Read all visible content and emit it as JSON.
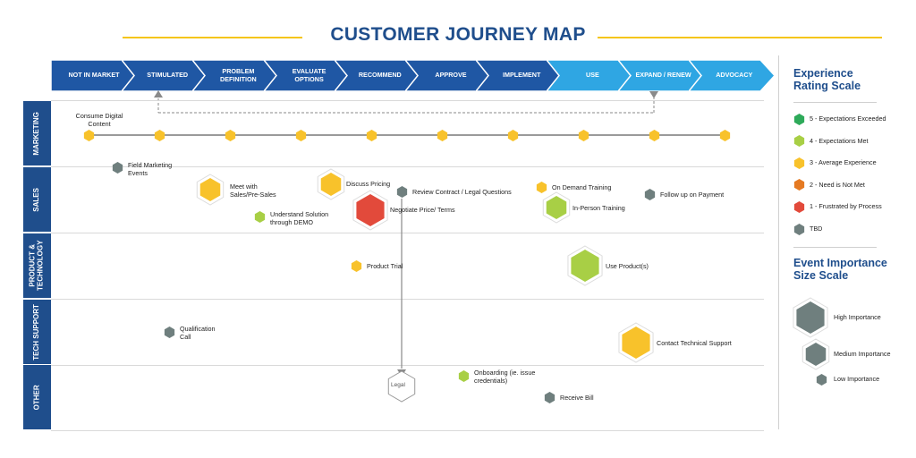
{
  "title": "CUSTOMER JOURNEY MAP",
  "colors": {
    "navy": "#1f4e8c",
    "stage_dark": "#1f57a4",
    "stage_light": "#2fa6e3",
    "gold": "#f5c518",
    "rating_5": "#2eaa5a",
    "rating_4": "#a8cf45",
    "rating_3": "#f8c22b",
    "rating_2": "#e57a22",
    "rating_1": "#e24a3b",
    "tbd": "#6f7f7e"
  },
  "stages": [
    {
      "label": "NOT IN MARKET",
      "tone": "dark"
    },
    {
      "label": "STIMULATED",
      "tone": "dark"
    },
    {
      "label": "PROBLEM DEFINITION",
      "tone": "dark"
    },
    {
      "label": "EVALUATE OPTIONS",
      "tone": "dark"
    },
    {
      "label": "RECOMMEND",
      "tone": "dark"
    },
    {
      "label": "APPROVE",
      "tone": "dark"
    },
    {
      "label": "IMPLEMENT",
      "tone": "dark"
    },
    {
      "label": "USE",
      "tone": "light"
    },
    {
      "label": "EXPAND / RENEW",
      "tone": "light"
    },
    {
      "label": "ADVOCACY",
      "tone": "light"
    }
  ],
  "rows": [
    {
      "label": "MARKETING"
    },
    {
      "label": "SALES"
    },
    {
      "label": "PRODUCT & TECHNOLOGY"
    },
    {
      "label": "TECH SUPPORT"
    },
    {
      "label": "OTHER"
    }
  ],
  "events": [
    {
      "label": "Consume Digital Content",
      "rating": "3",
      "importance": "low"
    },
    {
      "label": "Field Marketing Events",
      "rating": "tbd",
      "importance": "low"
    },
    {
      "label": "Meet with Sales/Pre-Sales",
      "rating": "3",
      "importance": "medium"
    },
    {
      "label": "Discuss Pricing",
      "rating": "3",
      "importance": "medium"
    },
    {
      "label": "Review Contract / Legal Questions",
      "rating": "tbd",
      "importance": "low"
    },
    {
      "label": "Negotiate Price/ Terms",
      "rating": "1",
      "importance": "high"
    },
    {
      "label": "Understand Solution through DEMO",
      "rating": "4",
      "importance": "low"
    },
    {
      "label": "On Demand Training",
      "rating": "3",
      "importance": "low"
    },
    {
      "label": "In-Person Training",
      "rating": "4",
      "importance": "medium"
    },
    {
      "label": "Follow up on Payment",
      "rating": "tbd",
      "importance": "low"
    },
    {
      "label": "Product Trial",
      "rating": "3",
      "importance": "low"
    },
    {
      "label": "Use Product(s)",
      "rating": "4",
      "importance": "high"
    },
    {
      "label": "Qualification Call",
      "rating": "tbd",
      "importance": "low"
    },
    {
      "label": "Contact Technical Support",
      "rating": "3",
      "importance": "high"
    },
    {
      "label": "Legal",
      "rating": "outline",
      "importance": "medium"
    },
    {
      "label": "Onboarding (ie. issue credentials)",
      "rating": "4",
      "importance": "low"
    },
    {
      "label": "Receive Bill",
      "rating": "tbd",
      "importance": "low"
    }
  ],
  "legend": {
    "rating_title": "Experience Rating Scale",
    "ratings": [
      {
        "label": "5 - Expectations Exceeded",
        "color": "#2eaa5a"
      },
      {
        "label": "4 - Expectations Met",
        "color": "#a8cf45"
      },
      {
        "label": "3 - Average Experience",
        "color": "#f8c22b"
      },
      {
        "label": "2 - Need is Not Met",
        "color": "#e57a22"
      },
      {
        "label": "1 - Frustrated by Process",
        "color": "#e24a3b"
      },
      {
        "label": "TBD",
        "color": "#6f7f7e"
      }
    ],
    "importance_title": "Event Importance Size Scale",
    "importance": [
      {
        "label": "High Importance"
      },
      {
        "label": "Medium Importance"
      },
      {
        "label": "Low Importance"
      }
    ]
  }
}
